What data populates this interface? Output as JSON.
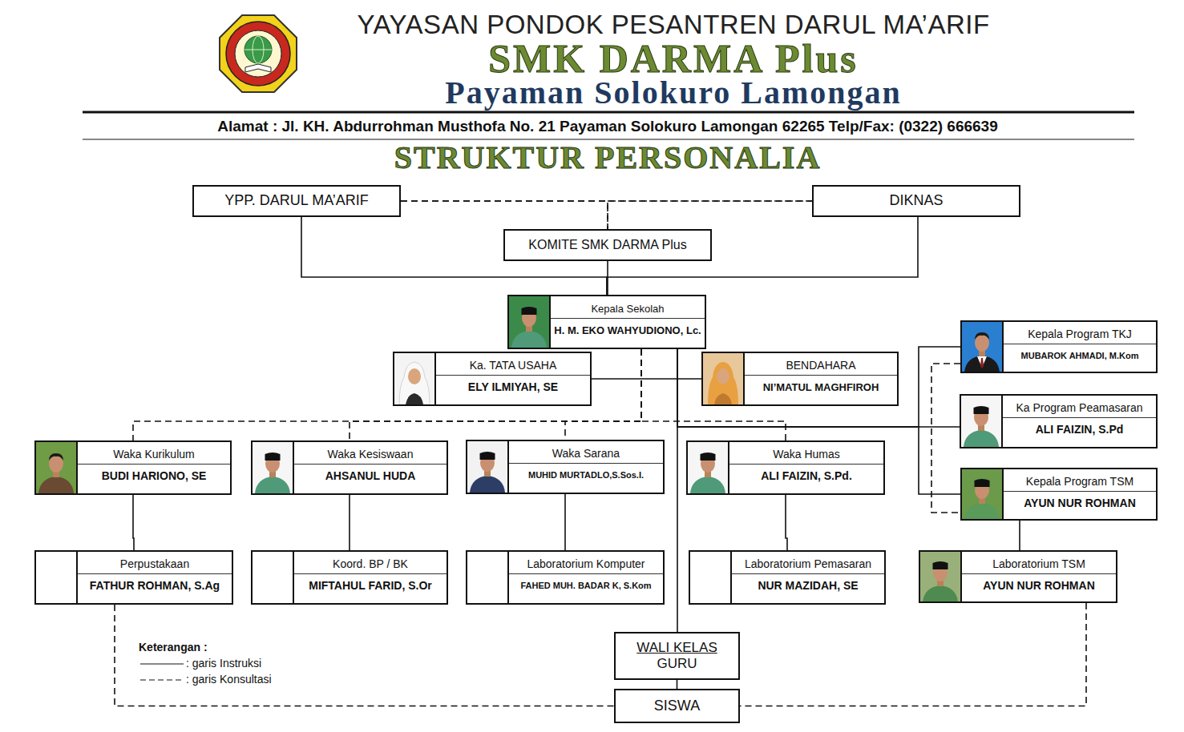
{
  "diagram": {
    "title": "STRUKTUR PERSONALIA",
    "nodes": [
      {
        "text": [
          "YPP. DARUL MA’ARIF"
        ]
      },
      {
        "text": [
          "DIKNAS"
        ]
      },
      {
        "text": [
          "KOMITE SMK DARMA Plus"
        ]
      },
      {
        "text": [
          "Kepala Sekolah",
          "H. M. EKO WAHYUDIONO, Lc."
        ]
      },
      {
        "text": [
          "Kepala Program TKJ",
          "MUBAROK AHMADI, M.Kom"
        ]
      },
      {
        "text": [
          "Ka. TATA USAHA",
          "ELY ILMIYAH, SE"
        ]
      },
      {
        "text": [
          "BENDAHARA",
          "NI’MATUL MAGHFIROH"
        ]
      },
      {
        "text": [
          "Ka Program Peamasaran",
          "ALI FAIZIN, S.Pd"
        ]
      },
      {
        "text": [
          "Waka Kurikulum",
          "BUDI HARIONO, SE"
        ]
      },
      {
        "text": [
          "Waka Kesiswaan",
          "AHSANUL HUDA"
        ]
      },
      {
        "text": [
          "Waka Sarana",
          "MUHID MURTADLO,S.Sos.I."
        ]
      },
      {
        "text": [
          "Waka Humas",
          "ALI FAIZIN, S.Pd."
        ]
      },
      {
        "text": [
          "Kepala Program TSM",
          "AYUN NUR ROHMAN"
        ]
      },
      {
        "text": [
          "Perpustakaan",
          "FATHUR ROHMAN, S.Ag"
        ]
      },
      {
        "text": [
          "Koord. BP / BK",
          "MIFTAHUL FARID, S.Or"
        ]
      },
      {
        "text": [
          "Laboratorium Komputer",
          "FAHED MUH. BADAR K, S.Kom"
        ]
      },
      {
        "text": [
          "Laboratorium Pemasaran",
          "NUR MAZIDAH, SE"
        ]
      },
      {
        "text": [
          "Laboratorium TSM",
          "AYUN NUR ROHMAN"
        ]
      },
      {
        "text": [
          "WALI KELAS",
          "GURU"
        ]
      },
      {
        "text": [
          "SISWA"
        ]
      }
    ],
    "edges": [
      {
        "from": 0,
        "to": 1,
        "arrow": "none"
      },
      {
        "from": 0,
        "to": 2,
        "arrow": "none"
      },
      {
        "from": 1,
        "to": 2,
        "arrow": "none"
      },
      {
        "from": 0,
        "to": 3,
        "arrow": "none"
      },
      {
        "from": 1,
        "to": 3,
        "arrow": "none"
      },
      {
        "from": 2,
        "to": 3,
        "arrow": "none"
      },
      {
        "from": 3,
        "to": 5,
        "arrow": "none"
      },
      {
        "from": 3,
        "to": 6,
        "arrow": "none"
      },
      {
        "from": 3,
        "to": 4,
        "arrow": "none"
      },
      {
        "from": 3,
        "to": 7,
        "arrow": "none"
      },
      {
        "from": 3,
        "to": 12,
        "arrow": "none"
      },
      {
        "from": 3,
        "to": 8,
        "arrow": "none"
      },
      {
        "from": 3,
        "to": 9,
        "arrow": "none"
      },
      {
        "from": 3,
        "to": 10,
        "arrow": "none"
      },
      {
        "from": 3,
        "to": 11,
        "arrow": "none"
      },
      {
        "from": 8,
        "to": 13,
        "arrow": "none"
      },
      {
        "from": 9,
        "to": 14,
        "arrow": "none"
      },
      {
        "from": 10,
        "to": 15,
        "arrow": "none"
      },
      {
        "from": 11,
        "to": 16,
        "arrow": "none"
      },
      {
        "from": 12,
        "to": 17,
        "arrow": "none"
      },
      {
        "from": 3,
        "to": 18,
        "arrow": "none"
      },
      {
        "from": 18,
        "to": 19,
        "arrow": "none"
      },
      {
        "from": 13,
        "to": 19,
        "arrow": "none"
      },
      {
        "from": 17,
        "to": 19,
        "arrow": "none"
      },
      {
        "from": 4,
        "to": 12,
        "arrow": "none"
      }
    ],
    "labels": [
      "YAYASAN PONDOK PESANTREN DARUL MA’ARIF",
      "SMK DARMA Plus",
      "Payaman Solokuro Lamongan",
      "Alamat : Jl. KH. Abdurrohman Musthofa No. 21 Payaman Solokuro Lamongan 62265 Telp/Fax: (0322) 666639",
      "Keterangan :"
    ],
    "legend": [
      {
        "text": ": garis Instruksi"
      },
      {
        "text": ": garis Konsultasi"
      }
    ]
  }
}
